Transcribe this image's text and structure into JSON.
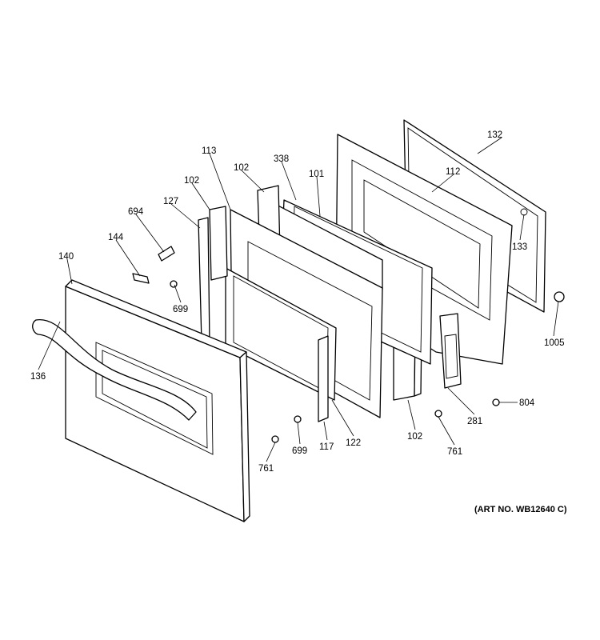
{
  "callouts": {
    "p132": "132",
    "p112": "112",
    "p133": "133",
    "p338": "338",
    "p101": "101",
    "p113": "113",
    "p102_top": "102",
    "p102_left": "102",
    "p127": "127",
    "p694": "694",
    "p144": "144",
    "p140": "140",
    "p699_left": "699",
    "p136": "136",
    "p1005": "1005",
    "p804": "804",
    "p281": "281",
    "p761_right": "761",
    "p102_bottom": "102",
    "p122": "122",
    "p117": "117",
    "p699_bottom": "699",
    "p761_left": "761"
  },
  "art_number": "(ART NO. WB12640 C)"
}
